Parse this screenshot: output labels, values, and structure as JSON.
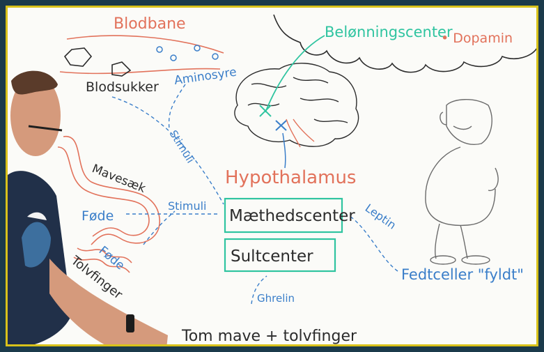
{
  "labels": {
    "blodbane": "Blodbane",
    "blodsukker": "Blodsukker",
    "aminosyre": "Aminosyre",
    "belonningscenter": "Belønningscenter",
    "dopamin": "• Dopamin",
    "stimuli_top": "Stimuli",
    "stimuli_mid": "Stimuli",
    "mavesaek": "Mavesæk",
    "fode1": "Føde",
    "fode2": "Føde",
    "tolvfinger": "Tolvfinger",
    "hypothalamus": "Hypothalamus",
    "maethedscenter": "Mæthedscenter",
    "sultcenter": "Sultcenter",
    "leptin": "Leptin",
    "fedtceller": "Fedtceller \"fyldt\"",
    "ghrelin": "Ghrelin",
    "tom_mave": "Tom mave + tolvfinger"
  },
  "colors": {
    "frame": "#1b3a4b",
    "border": "#d8c21a",
    "red": "#e2725b",
    "blue": "#3a7ec9",
    "green": "#2fc4a0",
    "dark": "#2b2b2b"
  }
}
